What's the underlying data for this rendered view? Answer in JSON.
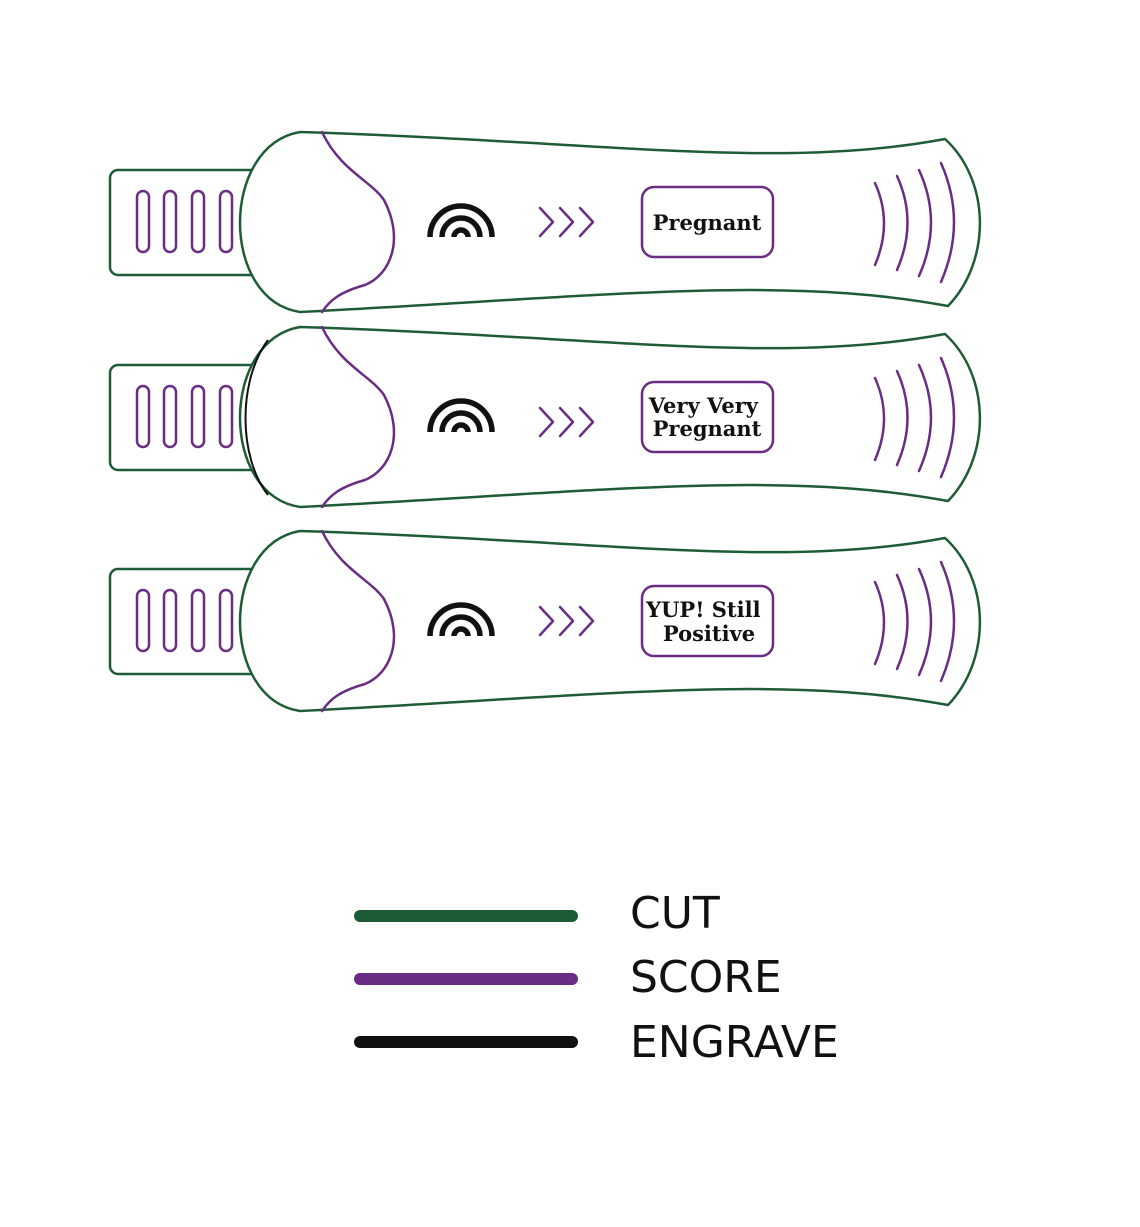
{
  "tests": [
    {
      "window_lines": [
        "Pregnant"
      ]
    },
    {
      "window_lines": [
        "Very Very",
        "Pregnant"
      ]
    },
    {
      "window_lines": [
        "YUP! Still",
        "Positive"
      ]
    }
  ],
  "legend": [
    {
      "label": "CUT",
      "color": "#1e5c36"
    },
    {
      "label": "SCORE",
      "color": "#6a2d83"
    },
    {
      "label": "ENGRAVE",
      "color": "#111111"
    }
  ],
  "icons": {
    "rainbow": "rainbow-icon",
    "arrows": "triple-chevron-right-icon"
  }
}
